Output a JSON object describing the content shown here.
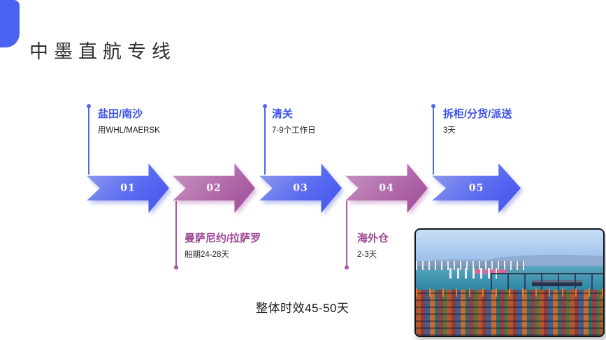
{
  "slide": {
    "title": "中墨直航专线",
    "overall_time": "整体时效45-50天"
  },
  "steps": [
    {
      "number": "01",
      "title": "盐田/南沙",
      "detail": "用WHL/MAERSK",
      "theme": "blue",
      "label_position": "top"
    },
    {
      "number": "02",
      "title": "曼萨尼约/拉萨罗",
      "detail": "船期24-28天",
      "theme": "purple",
      "label_position": "bottom"
    },
    {
      "number": "03",
      "title": "清关",
      "detail": "7-9个工作日",
      "theme": "blue",
      "label_position": "top"
    },
    {
      "number": "04",
      "title": "海外仓",
      "detail": "2-3天",
      "theme": "purple",
      "label_position": "bottom"
    },
    {
      "number": "05",
      "title": "拆柜/分货/派送",
      "detail": "3天",
      "theme": "blue",
      "label_position": "top"
    }
  ],
  "colors": {
    "accent_blue": "#4152ee",
    "accent_blue_light": "#97a0ed",
    "accent_purple": "#9e4b97",
    "accent_purple_light": "#c998c2",
    "label_blue": "#3d53e8",
    "label_purple": "#9e4796",
    "corner_shape": "#4a63f1",
    "title_text": "#303034",
    "body_text": "#1c1c1c"
  }
}
